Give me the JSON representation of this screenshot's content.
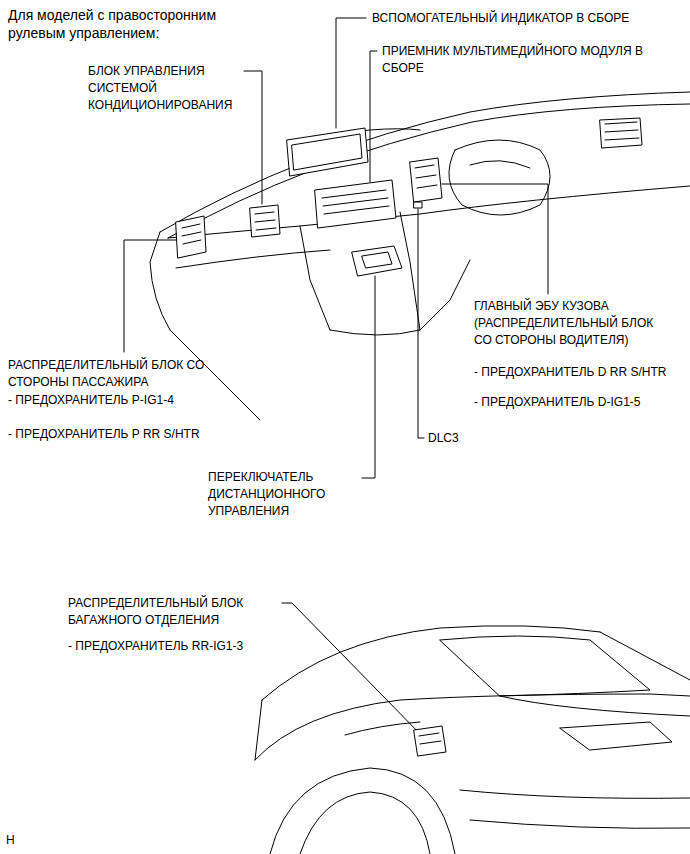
{
  "diagram": {
    "title": "Для моделей с правосторонним рулевым управлением:",
    "labels": [
      "ВСПОМОГАТЕЛЬНЫЙ ИНДИКАТОР В СБОРЕ",
      "ПРИЕМНИК МУЛЬТИМЕДИЙНОГО МОДУЛЯ В СБОРЕ",
      "БЛОК УПРАВЛЕНИЯ СИСТЕМОЙ КОНДИЦИОНИРОВАНИЯ",
      "ГЛАВНЫЙ ЭБУ КУЗОВА (РАСПРЕДЕЛИТЕЛЬНЫЙ БЛОК СО СТОРОНЫ ВОДИТЕЛЯ)",
      "- ПРЕДОХРАНИТЕЛЬ D RR S/HTR",
      "- ПРЕДОХРАНИТЕЛЬ D-IG1-5",
      "РАСПРЕДЕЛИТЕЛЬНЫЙ БЛОК СО СТОРОНЫ ПАССАЖИРА",
      "- ПРЕДОХРАНИТЕЛЬ P-IG1-4",
      "- ПРЕДОХРАНИТЕЛЬ P RR S/HTR",
      "DLC3",
      "ПЕРЕКЛЮЧАТЕЛЬ ДИСТАНЦИОННОГО УПРАВЛЕНИЯ",
      "РАСПРЕДЕЛИТЕЛЬНЫЙ БЛОК БАГАЖНОГО ОТДЕЛЕНИЯ",
      "- ПРЕДОХРАНИТЕЛЬ RR-IG1-3",
      "H"
    ]
  }
}
